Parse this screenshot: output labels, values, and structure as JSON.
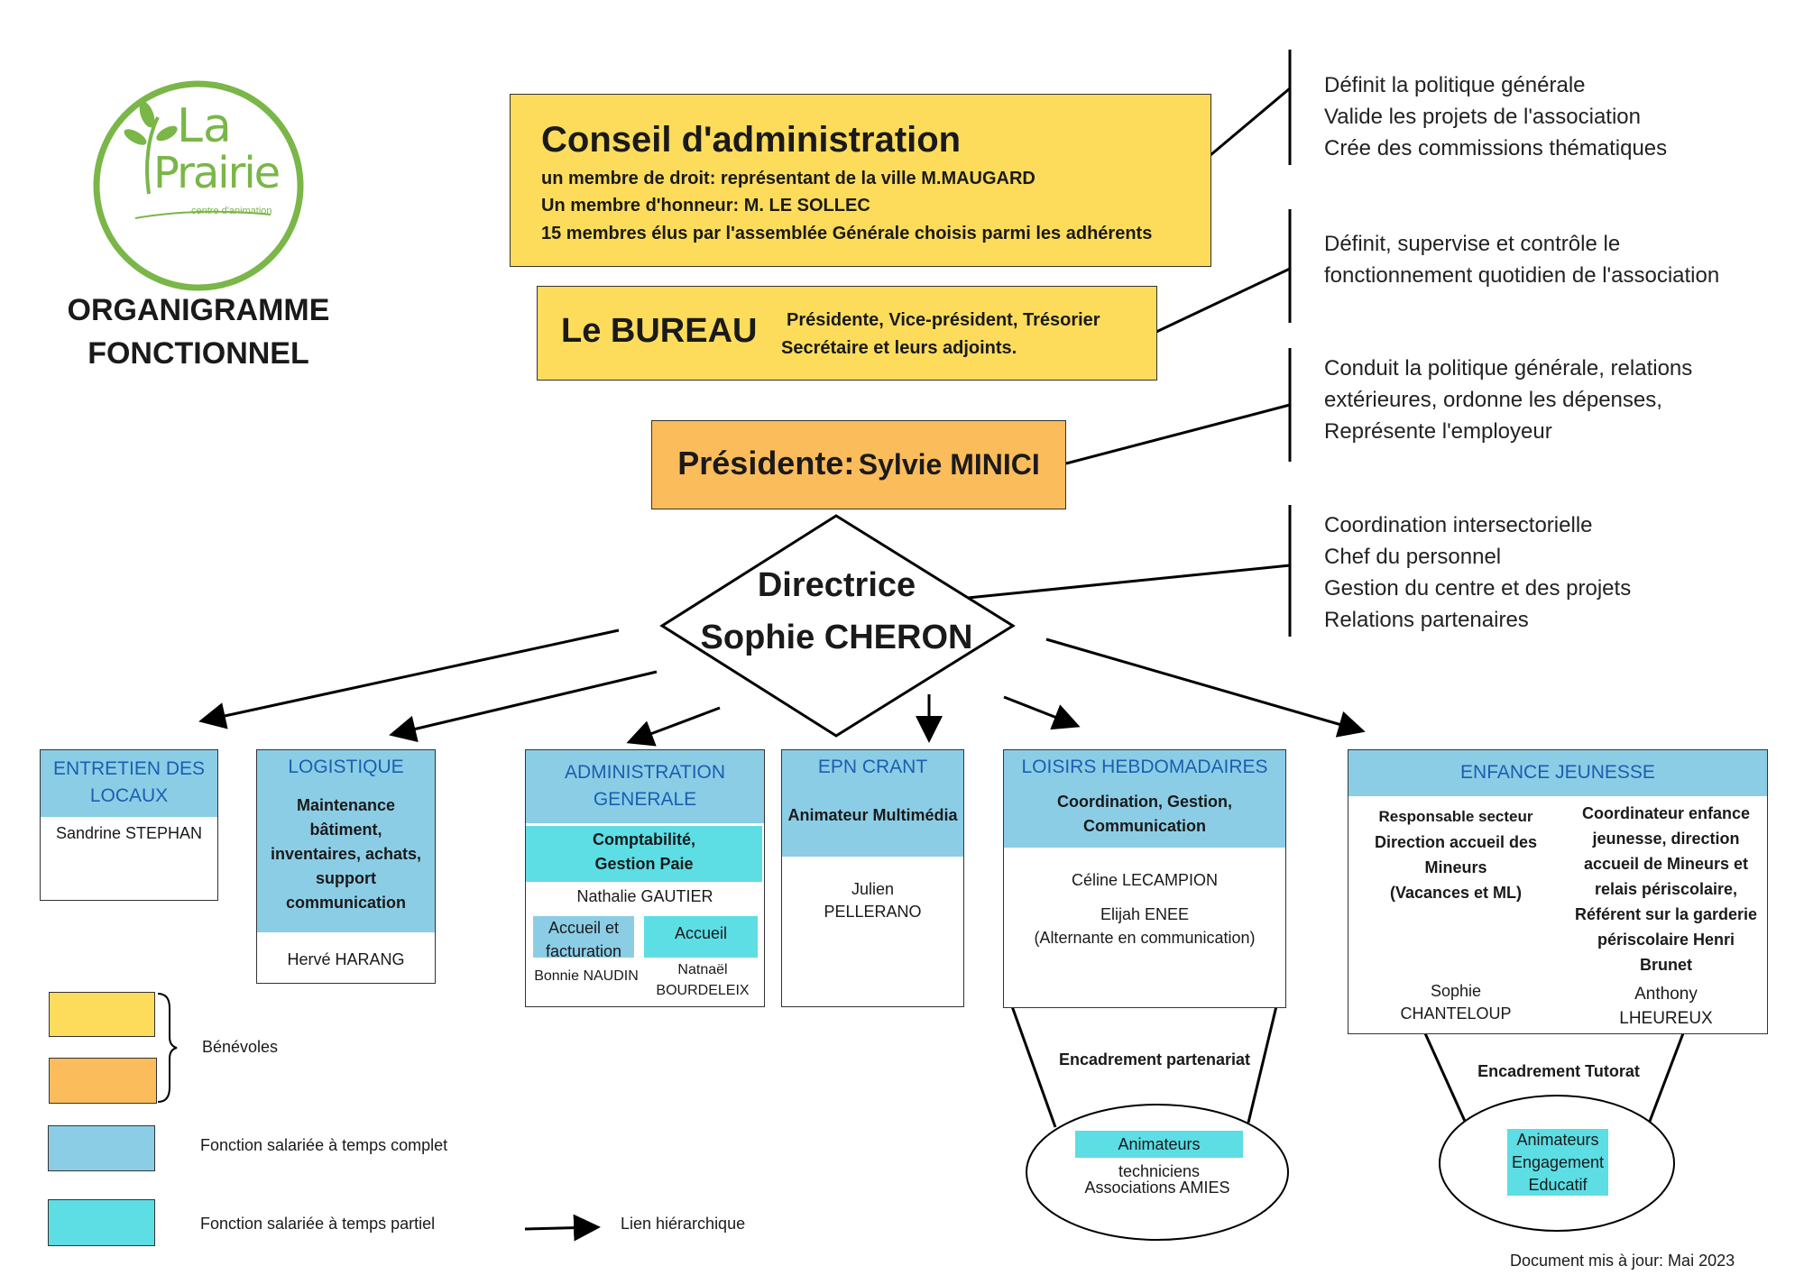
{
  "logo": {
    "line1": "La",
    "line2": "Prairie",
    "tagline": "centre d'animation"
  },
  "page_title": {
    "line1": "ORGANIGRAMME",
    "line2": "FONCTIONNEL"
  },
  "conseil": {
    "title": "Conseil d'administration",
    "line1": "un membre de droit: représentant de la ville M.MAUGARD",
    "line2": "Un membre d'honneur: M. LE SOLLEC",
    "line3": "15 membres élus par l'assemblée Générale choisis parmi les adhérents"
  },
  "bureau": {
    "title": "Le BUREAU",
    "line1": "Présidente, Vice-président, Trésorier",
    "line2": "Secrétaire et leurs adjoints."
  },
  "presidente": {
    "label": "Présidente:",
    "name": "Sylvie MINICI"
  },
  "directrice": {
    "line1": "Directrice",
    "line2": "Sophie CHERON"
  },
  "notes": {
    "conseil": [
      "Définit la politique générale",
      "Valide les projets de l'association",
      "Crée des commissions thématiques"
    ],
    "bureau": [
      "Définit, supervise et contrôle le",
      "fonctionnement quotidien de l'association"
    ],
    "presidente": [
      "Conduit la politique générale, relations",
      "extérieures, ordonne les dépenses,",
      "Représente l'employeur"
    ],
    "directrice": [
      "Coordination intersectorielle",
      "Chef du personnel",
      "Gestion du centre et des projets",
      "Relations partenaires"
    ]
  },
  "depts": {
    "entretien": {
      "title_l1": "ENTRETIEN DES",
      "title_l2": "LOCAUX",
      "person": "Sandrine STEPHAN"
    },
    "logistique": {
      "title": "LOGISTIQUE",
      "desc": [
        "Maintenance",
        "bâtiment,",
        "inventaires, achats,",
        "support",
        "communication"
      ],
      "person": "Hervé  HARANG"
    },
    "admin": {
      "title_l1": "ADMINISTRATION",
      "title_l2": "GENERALE",
      "sub_l1": "Comptabilité,",
      "sub_l2": "Gestion Paie",
      "person1": "Nathalie GAUTIER",
      "accueil_fact_l1": "Accueil et",
      "accueil_fact_l2": "facturation",
      "accueil": "Accueil",
      "person2": "Bonnie NAUDIN",
      "person3_l1": "Natnaël",
      "person3_l2": "BOURDELEIX"
    },
    "epn": {
      "title": "EPN CRANT",
      "sub": "Animateur Multimédia",
      "person_l1": "Julien",
      "person_l2": "PELLERANO"
    },
    "loisirs": {
      "title": "LOISIRS HEBDOMADAIRES",
      "sub_l1": "Coordination, Gestion,",
      "sub_l2": "Communication",
      "person1": "Céline LECAMPION",
      "person2": "Elijah ENEE",
      "person2_note": "(Alternante en communication)"
    },
    "enfance": {
      "title": "ENFANCE JEUNESSE",
      "left": [
        "Responsable secteur",
        "Direction accueil des",
        "Mineurs",
        "(Vacances et ML)"
      ],
      "left_person_l1": "Sophie",
      "left_person_l2": "CHANTELOUP",
      "right": [
        "Coordinateur enfance",
        "jeunesse, direction",
        "accueil de Mineurs et",
        "relais périscolaire,",
        "Référent sur la garderie",
        "périscolaire Henri",
        "Brunet"
      ],
      "right_person_l1": "Anthony",
      "right_person_l2": "LHEUREUX"
    }
  },
  "partenariat": {
    "label": "Encadrement partenariat",
    "ellipse_teal": "Animateurs techniciens",
    "ellipse_text": "Associations AMIES"
  },
  "tutorat": {
    "label": "Encadrement Tutorat",
    "ellipse_l1": "Animateurs",
    "ellipse_l2": "Engagement",
    "ellipse_l3": "Educatif"
  },
  "legend": {
    "benevoles": "Bénévoles",
    "complet": "Fonction salariée à temps complet",
    "partiel": "Fonction salariée à temps partiel",
    "lien": "Lien hiérarchique"
  },
  "footer": "Document mis à jour: Mai 2023",
  "colors": {
    "yellow": "#fddc5c",
    "orange": "#fbbc5c",
    "blue": "#8ccde6",
    "teal": "#5ddde4",
    "green_logo": "#7ab648",
    "dept_title": "#1a5fb0"
  }
}
